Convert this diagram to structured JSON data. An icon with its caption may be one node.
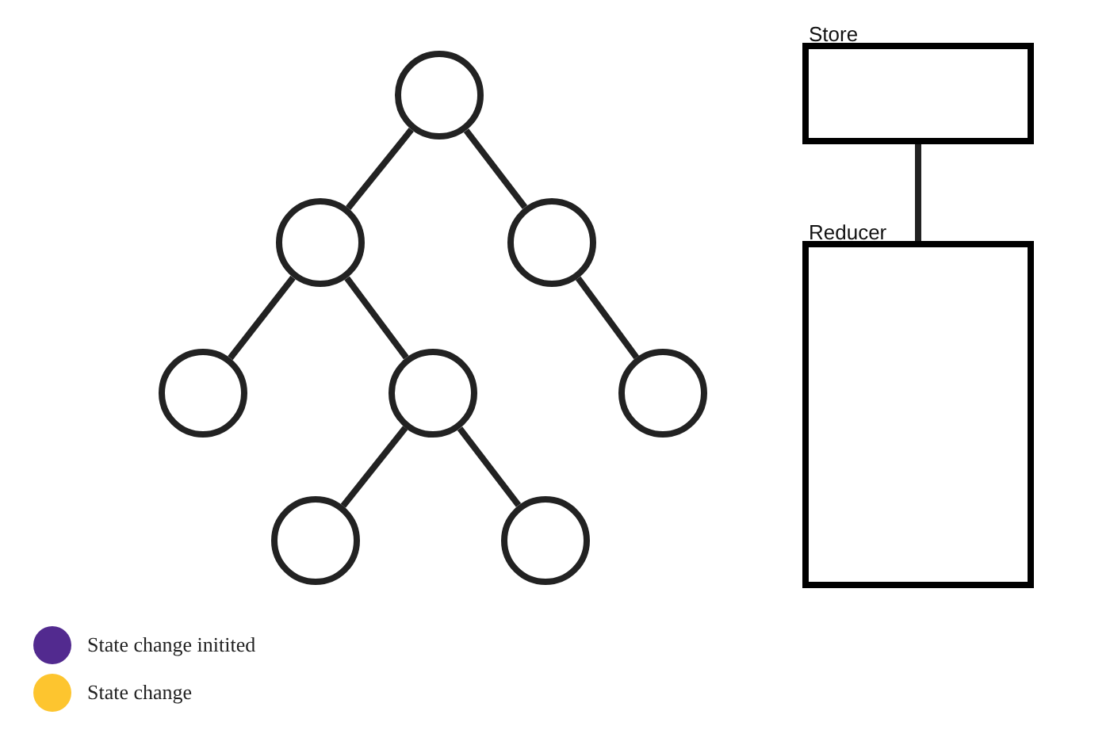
{
  "diagram": {
    "nodes": [
      {
        "text": [],
        "shape": "circle"
      },
      {
        "text": [],
        "shape": "circle"
      },
      {
        "text": [],
        "shape": "circle"
      },
      {
        "text": [],
        "shape": "circle"
      },
      {
        "text": [],
        "shape": "circle"
      },
      {
        "text": [],
        "shape": "circle"
      },
      {
        "text": [],
        "shape": "circle"
      },
      {
        "text": [],
        "shape": "circle"
      },
      {
        "text": [
          "Store"
        ]
      },
      {
        "text": [
          "Reducer"
        ]
      }
    ],
    "edges": [
      {
        "from": 0,
        "to": 1,
        "arrow": "none"
      },
      {
        "from": 0,
        "to": 2,
        "arrow": "none"
      },
      {
        "from": 1,
        "to": 3,
        "arrow": "none"
      },
      {
        "from": 1,
        "to": 4,
        "arrow": "none"
      },
      {
        "from": 2,
        "to": 5,
        "arrow": "none"
      },
      {
        "from": 4,
        "to": 6,
        "arrow": "none"
      },
      {
        "from": 4,
        "to": 7,
        "arrow": "none"
      },
      {
        "from": 8,
        "to": 9,
        "arrow": "none"
      }
    ],
    "legend": [
      {
        "text": "State change initited",
        "color": "#522a8f"
      },
      {
        "text": "State change",
        "color": "#fdc52f"
      }
    ]
  }
}
